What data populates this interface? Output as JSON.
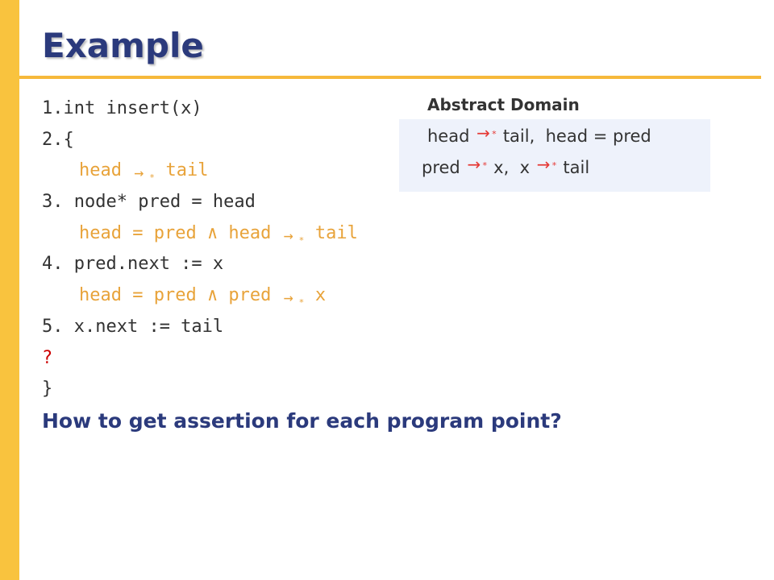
{
  "slide": {
    "title": "Example",
    "code": {
      "l1": "1.int insert(x)",
      "l2": "2.{",
      "a1_left": "head",
      "a1_right": "tail",
      "l3": "3. node* pred = head",
      "a2_left": "head = pred ∧ head",
      "a2_right": "tail",
      "l4": "4. pred.next := x",
      "a3_left": "head = pred ∧ pred",
      "a3_right": "x",
      "l5": "5. x.next := tail",
      "unknown": "?",
      "close": "}"
    },
    "question": "How to get assertion for each program point?",
    "abstract_domain": {
      "title": "Abstract Domain",
      "row1_left": "head",
      "row1_right": "tail,  head = pred",
      "row2_left": "pred",
      "row2_mid": "x,  x",
      "row2_right": "tail"
    },
    "symbols": {
      "arrow": "→",
      "star": "*"
    },
    "colors": {
      "accent_bar": "#f9c33e",
      "title": "#2b3a7c",
      "assertion": "#e8a33a",
      "unknown": "#cc0000",
      "domain_box": "#eef2fb",
      "domain_arrow": "#e53935"
    }
  }
}
